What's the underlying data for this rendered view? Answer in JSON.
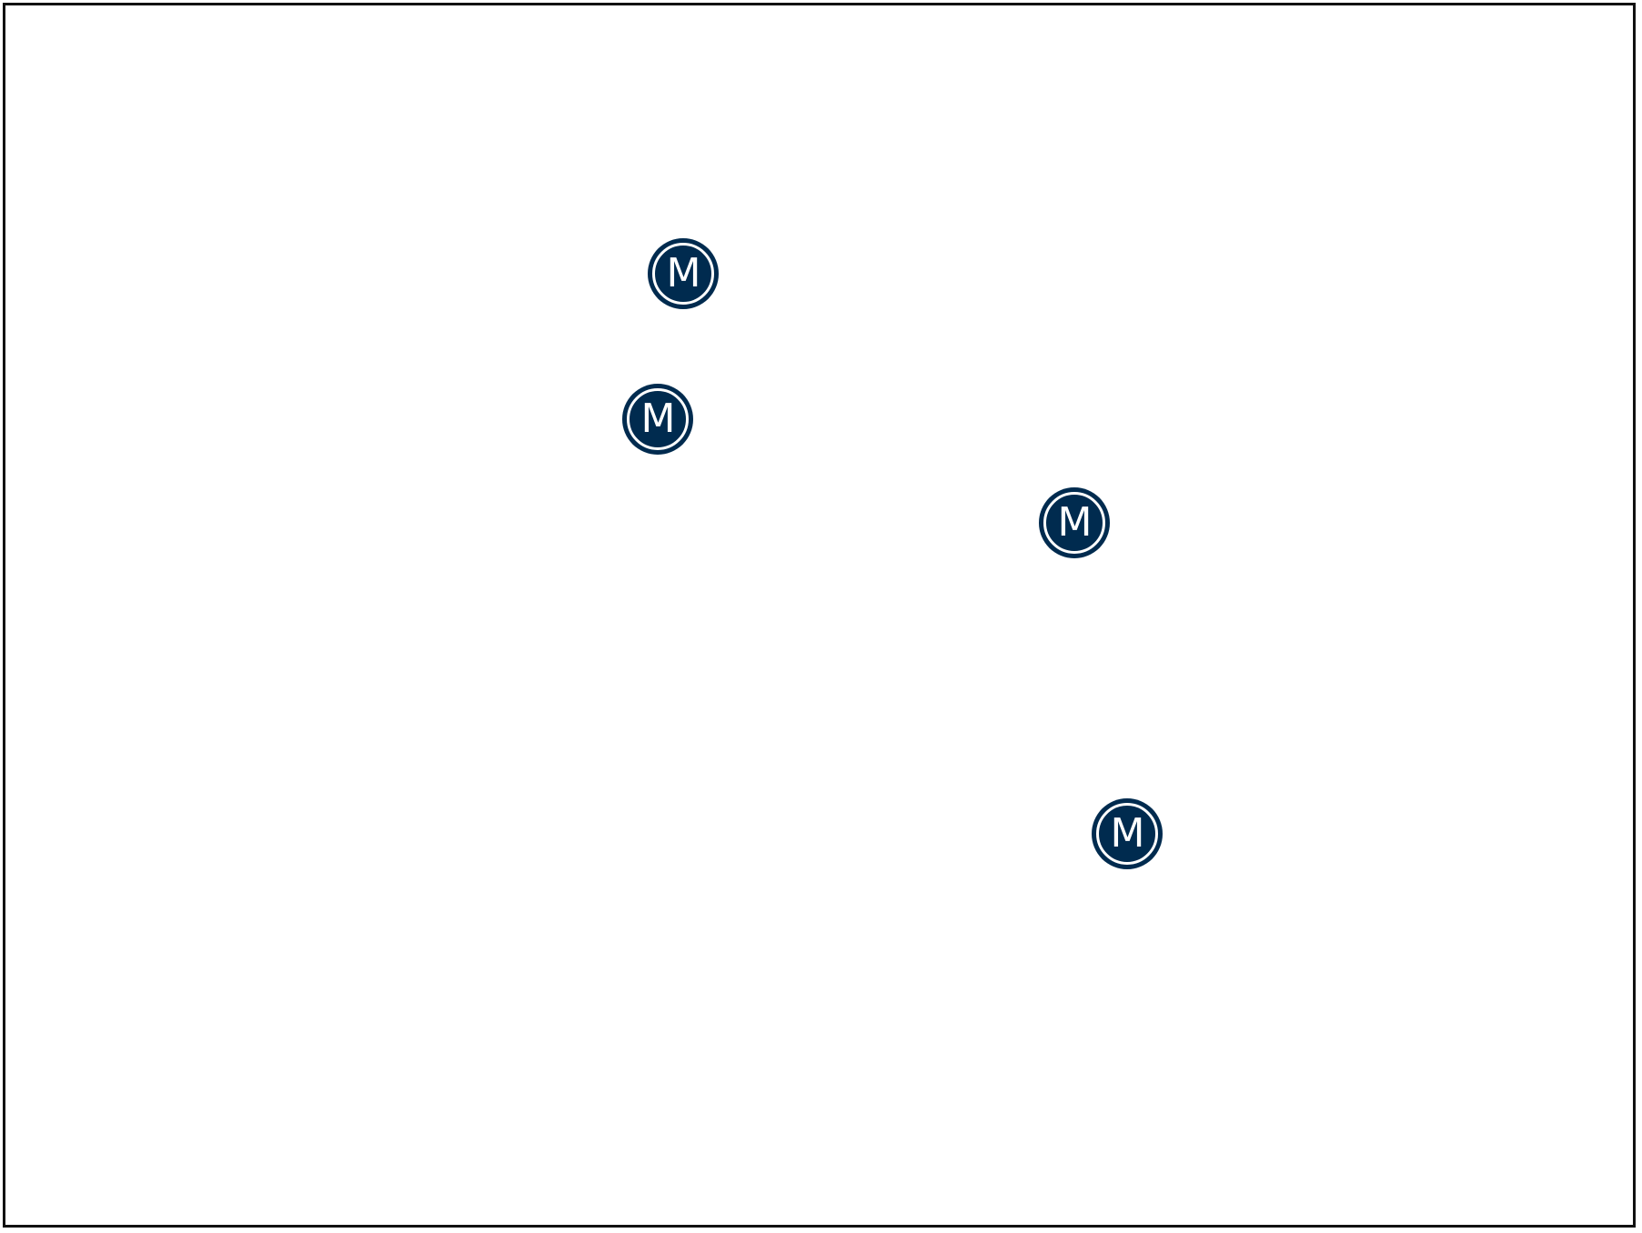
{
  "map": {
    "marker_color": "#002b4f",
    "frame_color": "#111111",
    "markers": [
      {
        "label": "M",
        "icon": "metro-station-icon"
      },
      {
        "label": "M",
        "icon": "metro-station-icon"
      },
      {
        "label": "M",
        "icon": "metro-station-icon"
      },
      {
        "label": "M",
        "icon": "metro-station-icon"
      }
    ]
  }
}
